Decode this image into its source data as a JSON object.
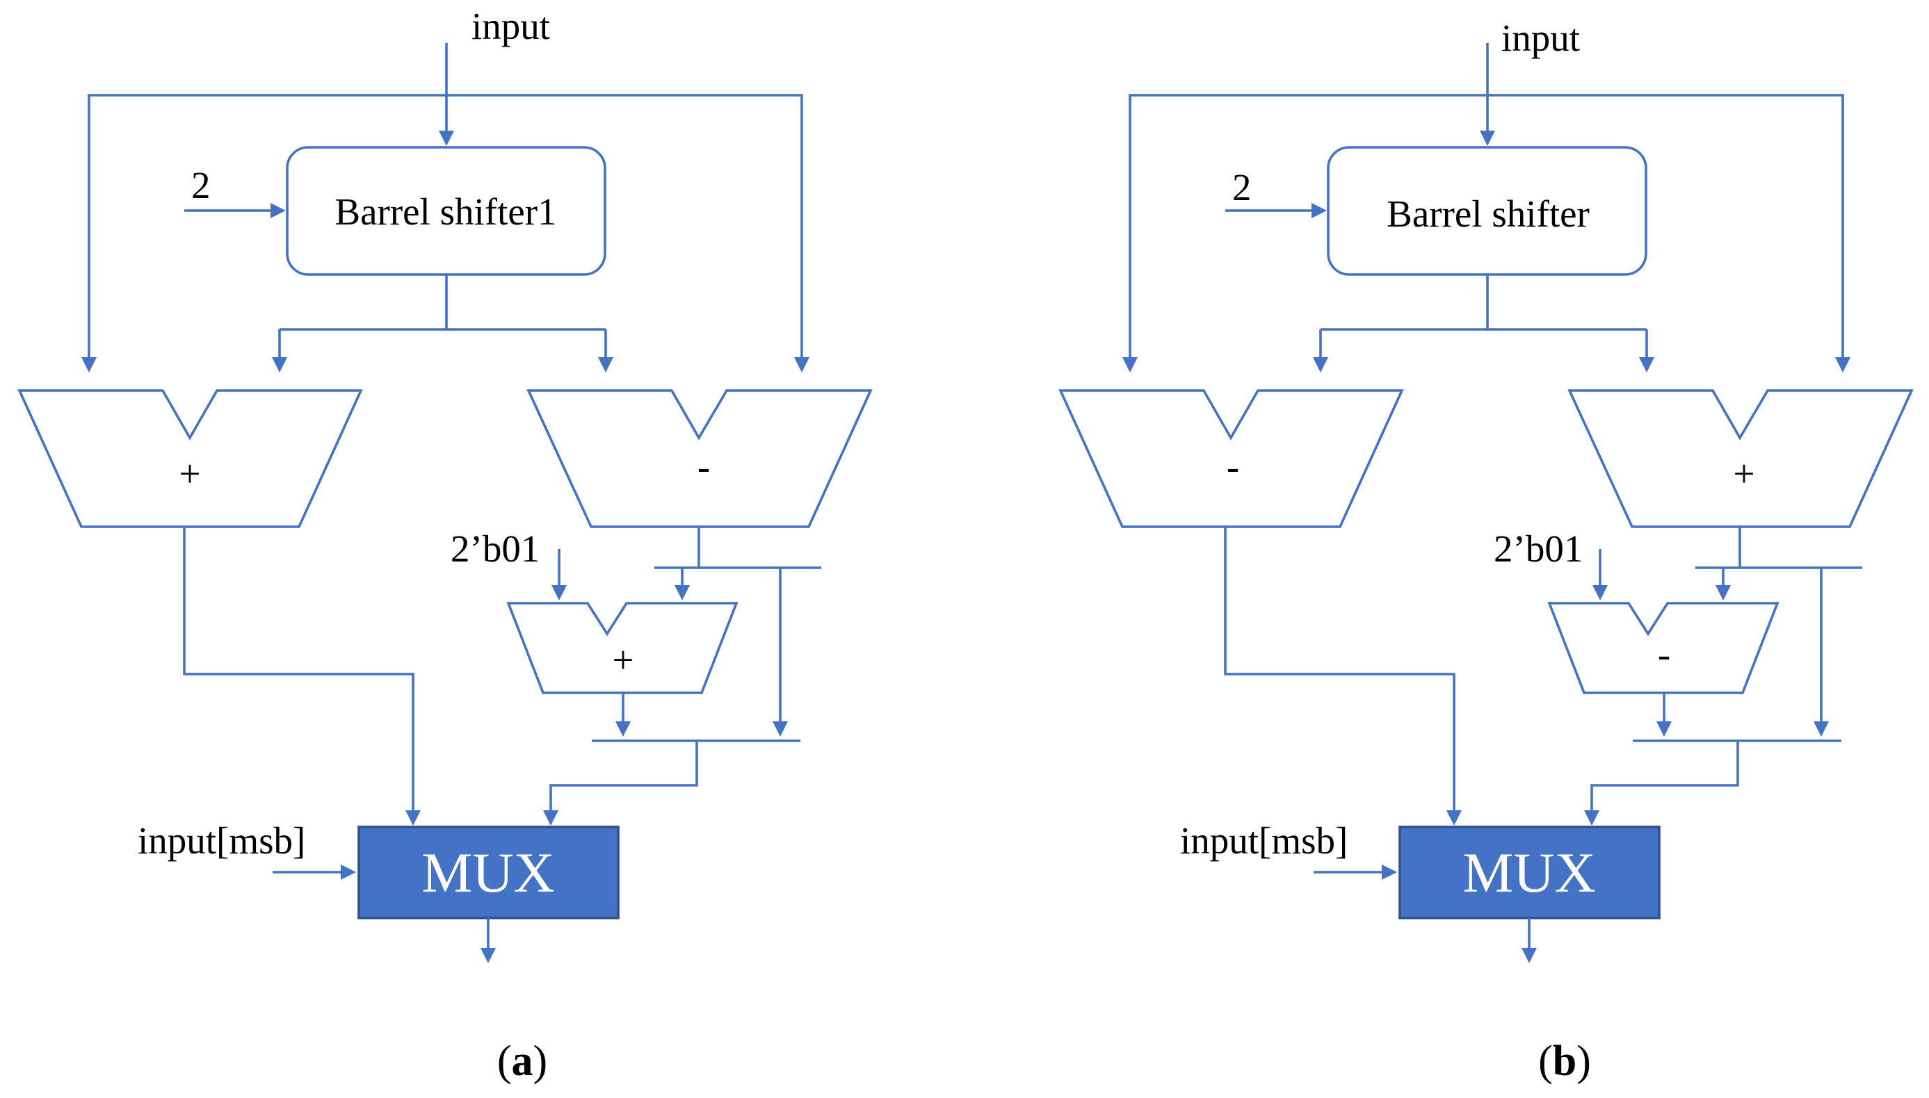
{
  "panels": [
    {
      "input_label": "input",
      "shift_amount_label": "2",
      "shifter_label": "Barrel shifter1",
      "left_op": "+",
      "right_op": "-",
      "small_op": "+",
      "constant_label": "2’b01",
      "select_label": "input[msb]",
      "mux_label": "MUX",
      "caption_letter": "a"
    },
    {
      "input_label": "input",
      "shift_amount_label": "2",
      "shifter_label": "Barrel shifter",
      "left_op": "-",
      "right_op": "+",
      "small_op": "-",
      "constant_label": "2’b01",
      "select_label": "input[msb]",
      "mux_label": "MUX",
      "caption_letter": "b"
    }
  ],
  "colors": {
    "wire": "#4472C4",
    "mux_fill": "#4472C4",
    "mux_border": "#2F528F"
  }
}
